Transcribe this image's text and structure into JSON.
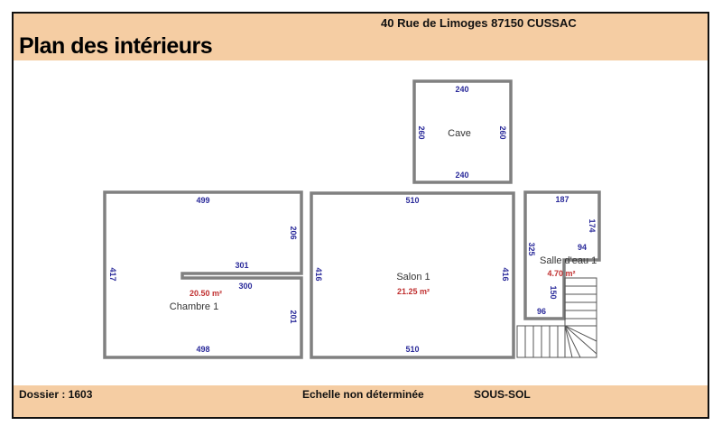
{
  "header": {
    "address": "40 Rue de Limoges 87150 CUSSAC",
    "title": "Plan des intérieurs"
  },
  "footer": {
    "dossier": "Dossier : 1603",
    "scale": "Echelle non déterminée",
    "level": "SOUS-SOL"
  },
  "rooms": {
    "cave": {
      "name": "Cave",
      "top": "240",
      "bottom": "240",
      "left": "260",
      "right": "260"
    },
    "chambre": {
      "name": "Chambre 1",
      "area": "20.50 m²",
      "top": "499",
      "right_upper": "206",
      "wall_top": "301",
      "wall_bottom": "300",
      "right_lower": "201",
      "left": "417",
      "bottom": "498"
    },
    "salon": {
      "name": "Salon 1",
      "area": "21.25 m²",
      "top": "510",
      "left": "416",
      "right": "416",
      "bottom": "510"
    },
    "salle_eau": {
      "name": "Salle d'eau 1",
      "area": "4.70 m²",
      "top": "187",
      "right": "174",
      "left": "325",
      "step": "94",
      "inner": "150",
      "bottom": "96"
    }
  },
  "colors": {
    "band": "#f5cda3",
    "wall": "#808080",
    "dimension": "#2a2a9a",
    "area": "#c03030"
  }
}
